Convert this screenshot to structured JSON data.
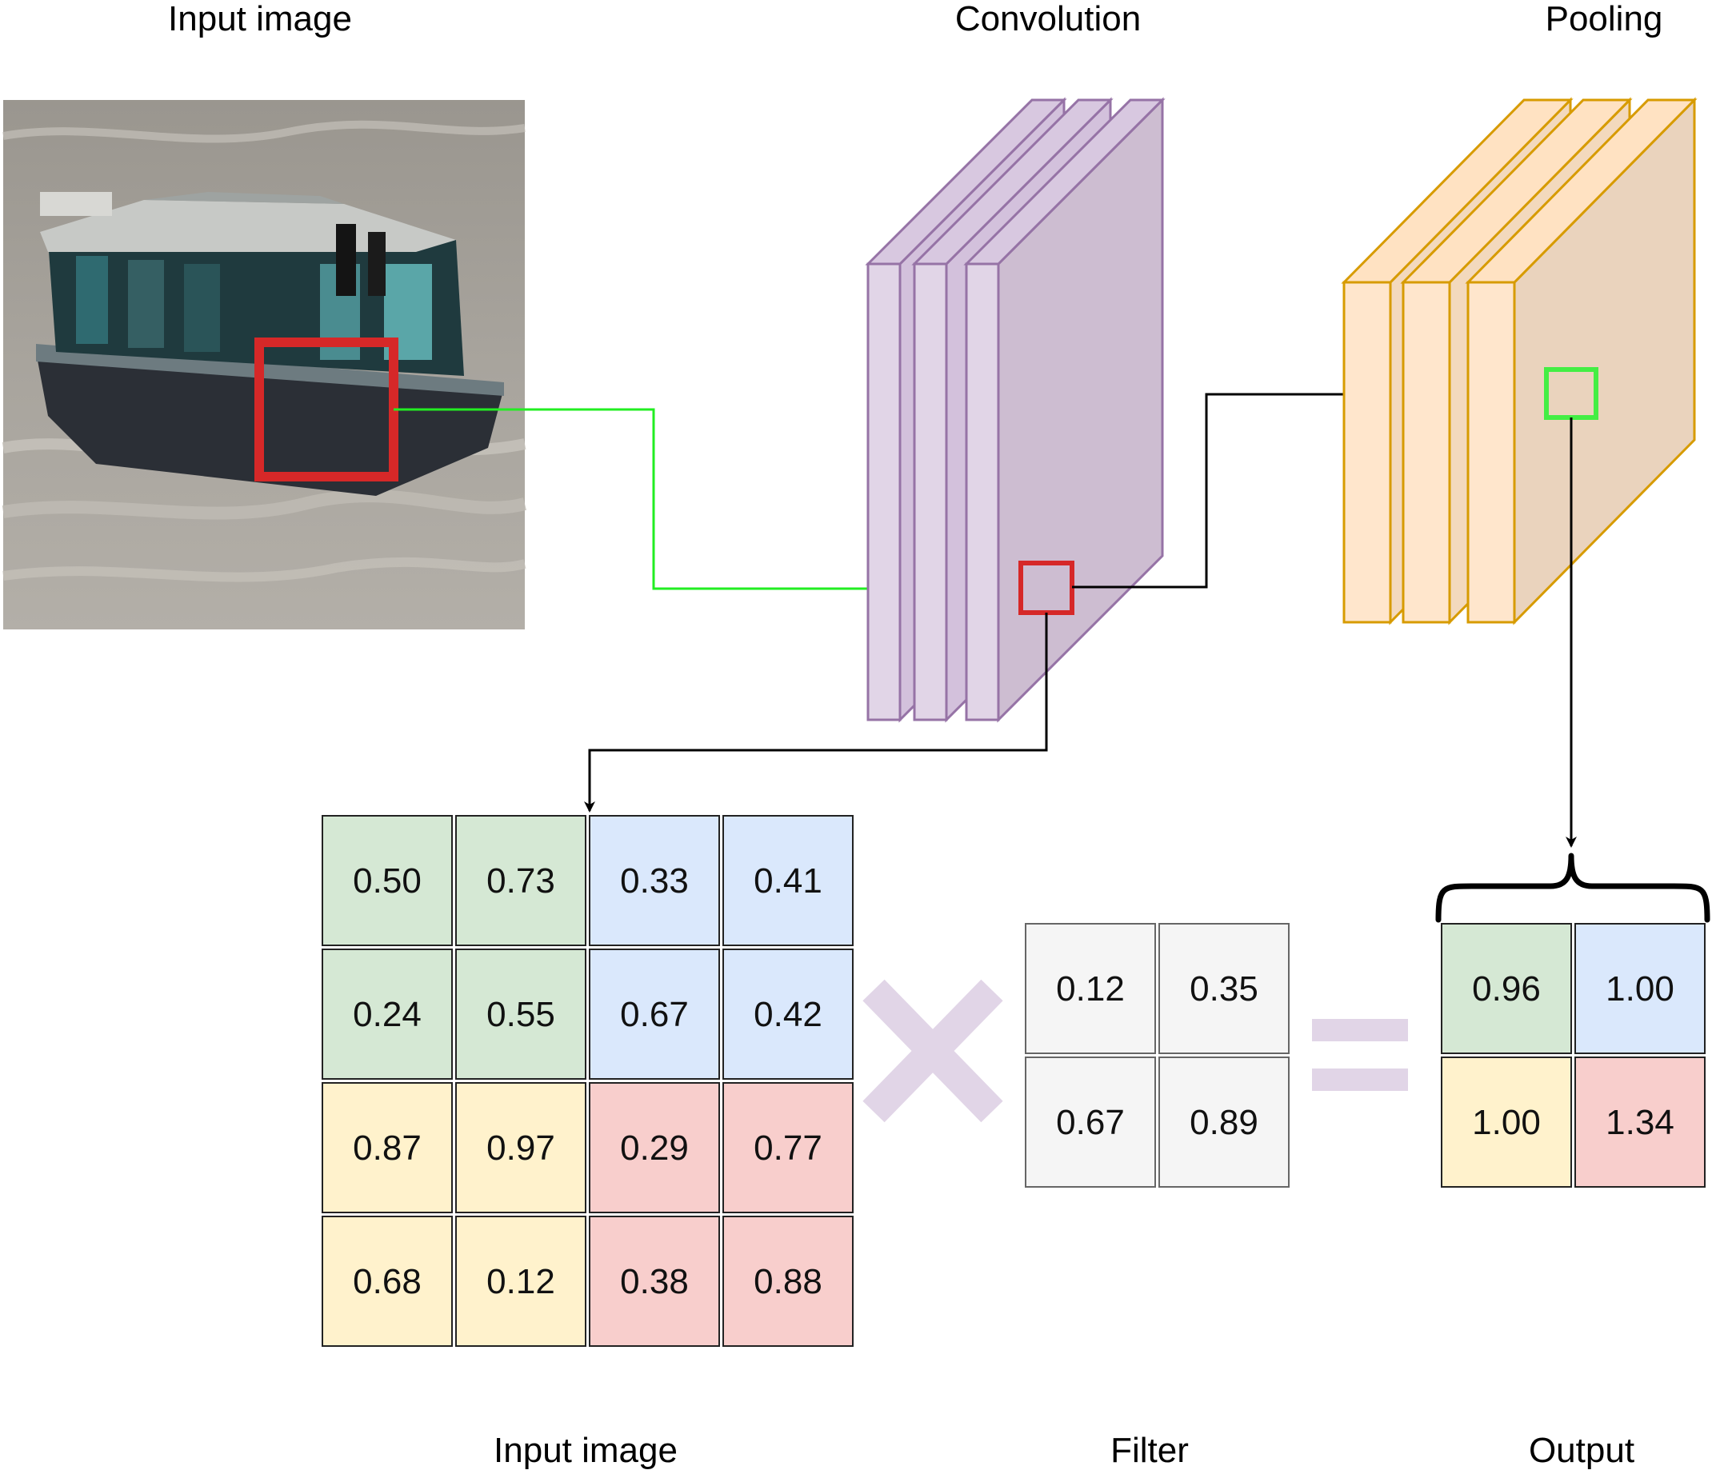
{
  "labels": {
    "input_image_top": "Input image",
    "convolution": "Convolution",
    "pooling": "Pooling",
    "input_image_bottom": "Input image",
    "filter": "Filter",
    "output": "Output"
  },
  "operators": {
    "multiply_icon": "multiply-icon",
    "equals_icon": "equals-icon"
  },
  "colors": {
    "green_cell": "#d5e8d4",
    "blue_cell": "#dae8fc",
    "yellow_cell": "#fff2cc",
    "red_cell": "#f8cecc",
    "grey_cell": "#f5f5f5",
    "conv_fill": "#e1d5e7",
    "conv_stroke": "#9673a6",
    "pool_fill": "#ffe6cc",
    "pool_stroke": "#d79b00",
    "operator": "#e1d5e7",
    "highlight_red": "#d62828",
    "highlight_green": "#22ee22"
  },
  "input_matrix": [
    [
      "0.50",
      "0.73",
      "0.33",
      "0.41"
    ],
    [
      "0.24",
      "0.55",
      "0.67",
      "0.42"
    ],
    [
      "0.87",
      "0.97",
      "0.29",
      "0.77"
    ],
    [
      "0.68",
      "0.12",
      "0.38",
      "0.88"
    ]
  ],
  "filter_matrix": [
    [
      "0.12",
      "0.35"
    ],
    [
      "0.67",
      "0.89"
    ]
  ],
  "output_matrix": [
    [
      "0.96",
      "1.00"
    ],
    [
      "1.00",
      "1.34"
    ]
  ]
}
